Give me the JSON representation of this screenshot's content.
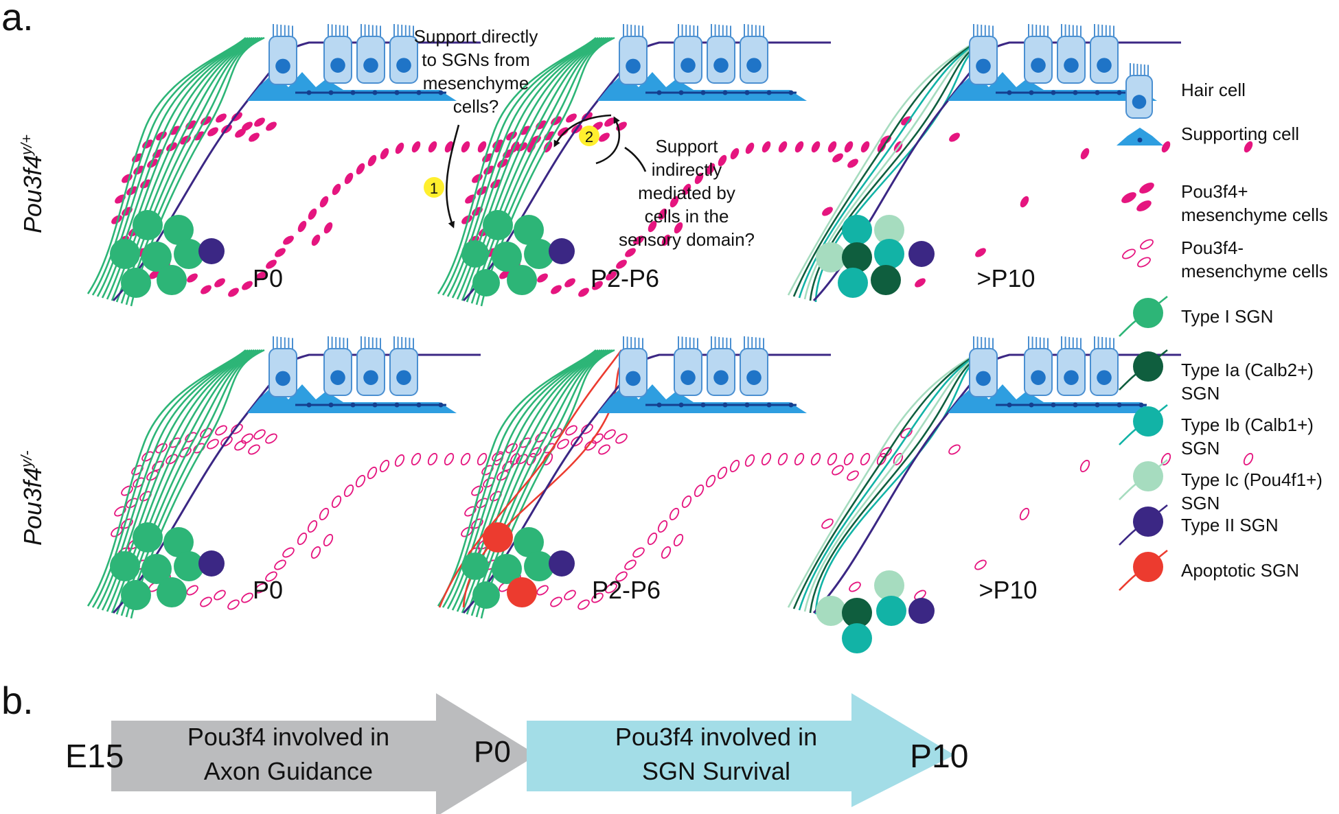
{
  "panel_a": {
    "label": "a.",
    "row_labels": {
      "wt": {
        "base": "Pou3f4",
        "sup": "y/+"
      },
      "ko": {
        "base": "Pou3f4",
        "sup": "y/-"
      }
    },
    "stages": [
      "P0",
      "P2-P6",
      ">P10"
    ],
    "annotations": {
      "direct": [
        "Support directly",
        "to SGNs from",
        "mesenchyme",
        "cells?"
      ],
      "indirect": [
        "Support",
        "indirectly",
        "mediated by",
        "cells in the",
        "sensory domain?"
      ],
      "badge1": "1",
      "badge2": "2"
    }
  },
  "legend": [
    {
      "id": "hair",
      "lines": [
        "Hair cell"
      ]
    },
    {
      "id": "support",
      "lines": [
        "Supporting cell"
      ]
    },
    {
      "id": "pou_pos",
      "lines": [
        "Pou3f4+",
        "mesenchyme cells"
      ]
    },
    {
      "id": "pou_neg",
      "lines": [
        "Pou3f4-",
        "mesenchyme cells"
      ]
    },
    {
      "id": "type1",
      "lines": [
        "Type I SGN"
      ]
    },
    {
      "id": "type1a",
      "lines": [
        "Type Ia (Calb2+)",
        "SGN"
      ]
    },
    {
      "id": "type1b",
      "lines": [
        "Type Ib (Calb1+)",
        "SGN"
      ]
    },
    {
      "id": "type1c",
      "lines": [
        "Type Ic (Pou4f1+)",
        "SGN"
      ]
    },
    {
      "id": "type2",
      "lines": [
        "Type II SGN"
      ]
    },
    {
      "id": "apop",
      "lines": [
        "Apoptotic SGN"
      ]
    }
  ],
  "panel_b": {
    "label": "b.",
    "start": "E15",
    "mid": "P0",
    "end": "P10",
    "arrow1": [
      "Pou3f4 involved in",
      "Axon Guidance"
    ],
    "arrow2": [
      "Pou3f4 involved in",
      "SGN Survival"
    ]
  },
  "colors": {
    "hair_body": "#b9d8f2",
    "hair_stroke": "#4a8fd1",
    "nucleus": "#1f74c7",
    "support": "#2e9ee0",
    "support_dot": "#143f8f",
    "pou_pos": "#e5157f",
    "pou_neg": "#e5157f",
    "type1": "#2db577",
    "type1a": "#0f5e3e",
    "type1b": "#12b3a6",
    "type1c": "#a6dcbf",
    "type2": "#3b2784",
    "apop": "#ec3b2f",
    "badge": "#ffef2e",
    "arrow_gray": "#bbbcbe",
    "arrow_cyan": "#a3dde7"
  }
}
